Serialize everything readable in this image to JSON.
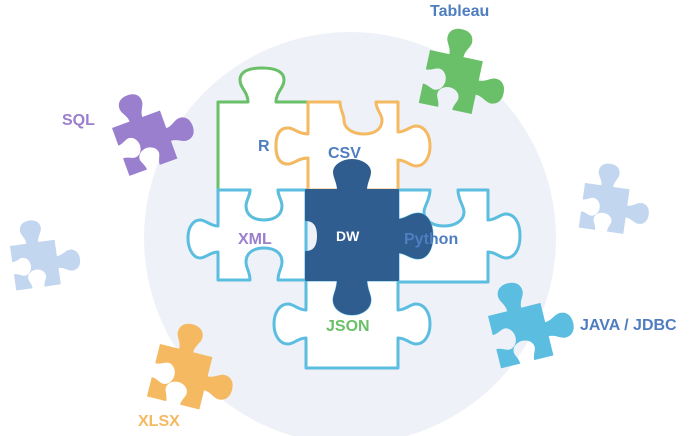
{
  "labels": {
    "tableau": "Tableau",
    "sql": "SQL",
    "java_jdbc": "JAVA / JDBC",
    "xlsx": "XLSX",
    "r": "R",
    "csv": "CSV",
    "xml": "XML",
    "dw": "DW",
    "python": "Python",
    "json": "JSON"
  },
  "colors": {
    "background_circle": "#eef1f8",
    "tableau": "#6abf69",
    "sql": "#9b7fcf",
    "java_jdbc": "#5bbde0",
    "xlsx": "#f4b961",
    "light_blue": "#c2d6ef",
    "r_outline": "#6abf69",
    "csv_outline": "#f4b961",
    "blue_outline": "#5bbde0",
    "dw_fill": "#2f5d8f",
    "label_blue": "#4f7ec0",
    "label_purple": "#9b7fcf",
    "label_green": "#6abf69",
    "label_orange": "#f4b961"
  }
}
